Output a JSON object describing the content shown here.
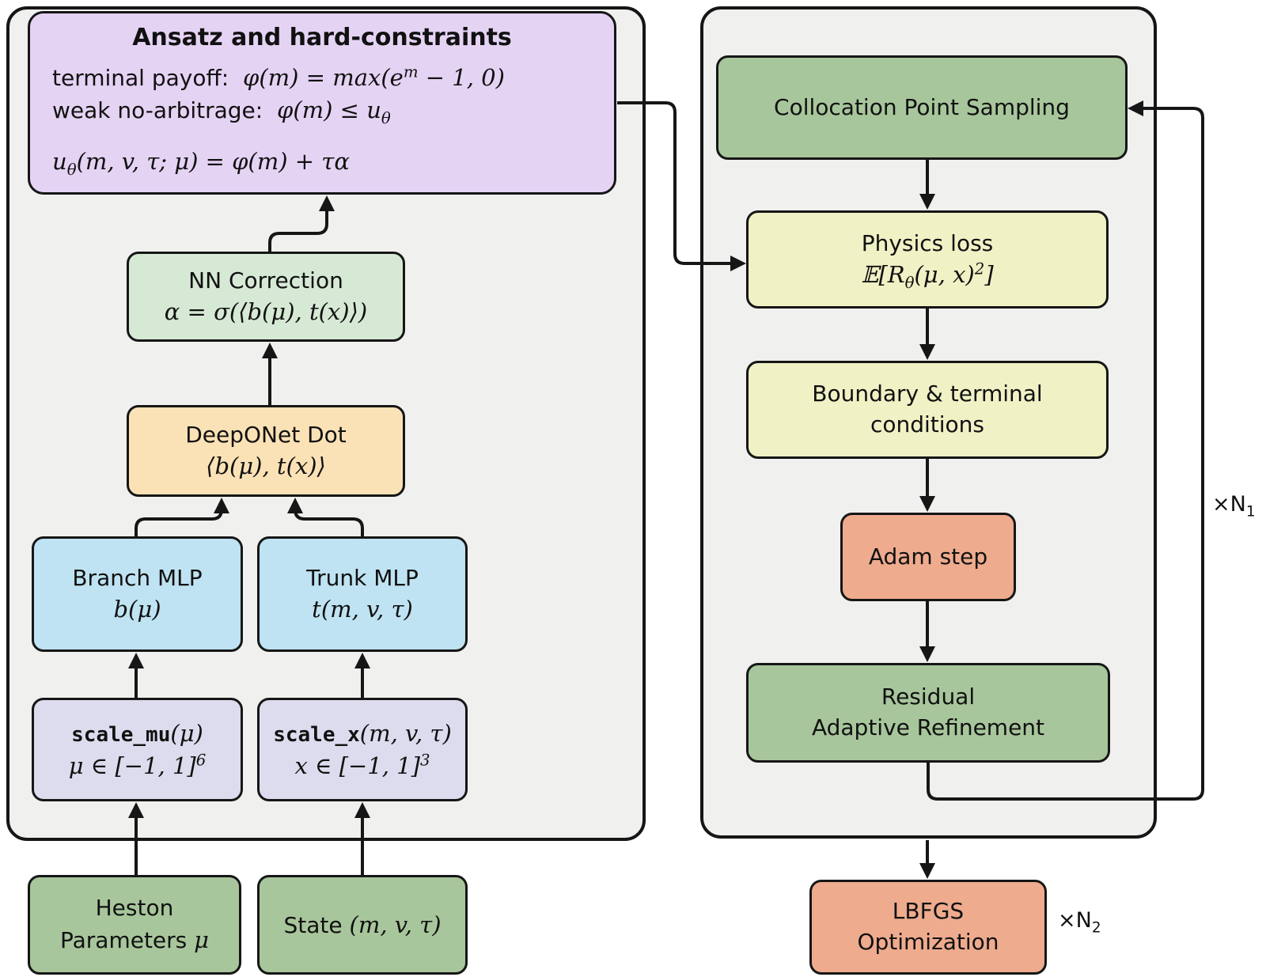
{
  "colors": {
    "page_bg": "#ffffff",
    "panel_bg": "#f0f0ee",
    "line": "#161616",
    "ansatz_purple": "#e5d3f4",
    "nn_green": "#d6e9d5",
    "dot_peach": "#fbe2b6",
    "mlp_blue": "#bfe3f2",
    "scale_lavender": "#dcdcee",
    "io_sage": "#a8c69c",
    "loss_yellow": "#f0f1c5",
    "optim_salmon": "#eeab8e"
  },
  "left_panel": {
    "ansatz": {
      "title": "Ansatz and hard-constraints",
      "constraints": [
        {
          "label": "terminal payoff:",
          "math": "φ(m) = max(e^{m} − 1, 0)"
        },
        {
          "label": "weak no-arbitrage:",
          "math": "φ(m) ≤ u_{θ}"
        }
      ],
      "equation": "u_{θ}(m, v, τ; μ) = φ(m) + τα"
    },
    "nn_correction": {
      "title": "NN Correction",
      "math": "α = σ(⟨b(μ), t(x)⟩)"
    },
    "deeponet_dot": {
      "title": "DeepONet Dot",
      "math": "⟨b(μ), t(x)⟩"
    },
    "branch_mlp": {
      "title": "Branch MLP",
      "math": "b(μ)"
    },
    "trunk_mlp": {
      "title": "Trunk MLP",
      "math": "t(m, v, τ)"
    },
    "scale_mu": {
      "code": "scale_mu",
      "code_args": "(μ)",
      "math": "μ ∈ [−1, 1]^{6}"
    },
    "scale_x": {
      "code": "scale_x",
      "code_args": "(m, v, τ)",
      "math": "x ∈ [−1, 1]^{3}"
    }
  },
  "inputs": {
    "heston": {
      "label_line1": "Heston",
      "label_line2": "Parameters",
      "math": "μ"
    },
    "state": {
      "label": "State",
      "math": "(m, v, τ)"
    }
  },
  "right_panel": {
    "collocation": {
      "title": "Collocation Point Sampling"
    },
    "physics_loss": {
      "title": "Physics loss",
      "math": "𝔼[R_{θ}(μ, x)^{2}]"
    },
    "boundary": {
      "line1": "Boundary & terminal",
      "line2": "conditions"
    },
    "adam": {
      "title": "Adam step"
    },
    "residual_refinement": {
      "line1": "Residual",
      "line2": "Adaptive Refinement"
    }
  },
  "lbfgs": {
    "line1": "LBFGS",
    "line2": "Optimization"
  },
  "loop_labels": {
    "outer": "×N_{1}",
    "lbfgs": "×N_{2}"
  }
}
